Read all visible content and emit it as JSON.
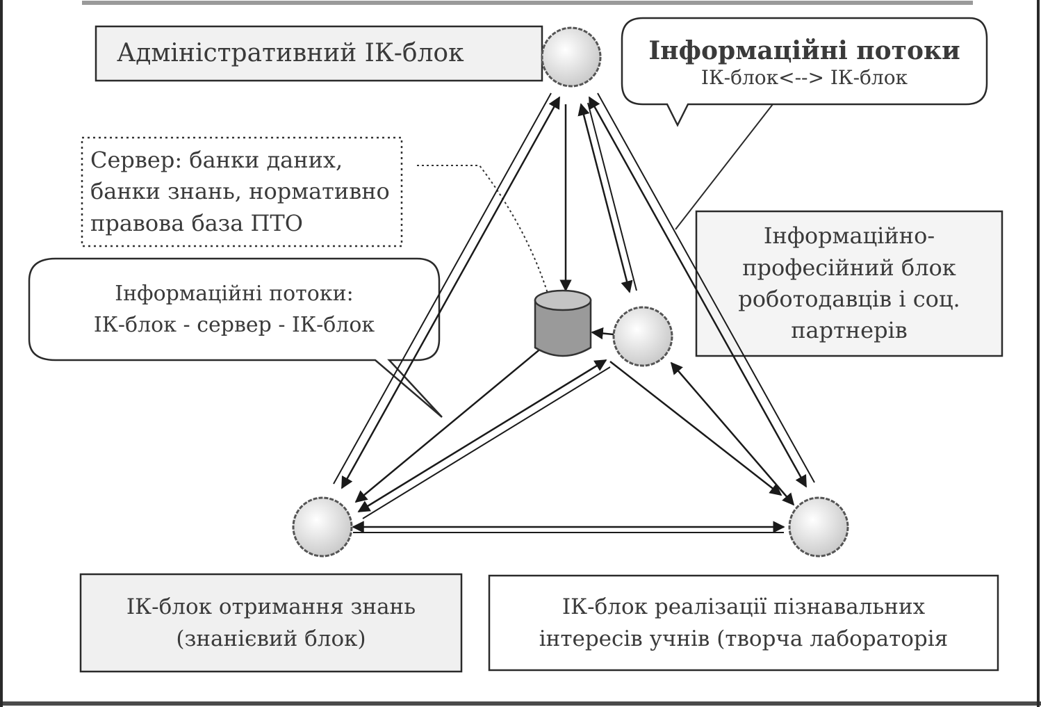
{
  "admin_block": {
    "label": "Адміністративний ІК-блок"
  },
  "flows_block_block": {
    "title": "Інформаційні потоки",
    "subtitle": "ІК-блок<--> ІК-блок"
  },
  "server_block": {
    "lines": [
      "Сервер: банки даних,",
      "банки знань, нормативно",
      "правова база ПТО"
    ]
  },
  "flows_server": {
    "lines": [
      "Інформаційні потоки:",
      "ІК-блок - сервер - ІК-блок"
    ]
  },
  "employers_block": {
    "lines": [
      "Інформаційно-",
      "професійний  блок",
      "роботодавців і соц.",
      "партнерів"
    ]
  },
  "knowledge_block": {
    "lines": [
      "ІК-блок отримання знань",
      "(знанієвий блок)"
    ]
  },
  "creative_block": {
    "lines": [
      "ІК-блок реалізації пізнавальних",
      "інтересів учнів (творча лабораторія"
    ]
  },
  "colors": {
    "line": "#1a1a1a",
    "node_fill": "#e4e4e4",
    "node_stroke": "#555555",
    "box_fill": "#f1f1f1",
    "cylinder_fill": "#9a9a9a"
  }
}
